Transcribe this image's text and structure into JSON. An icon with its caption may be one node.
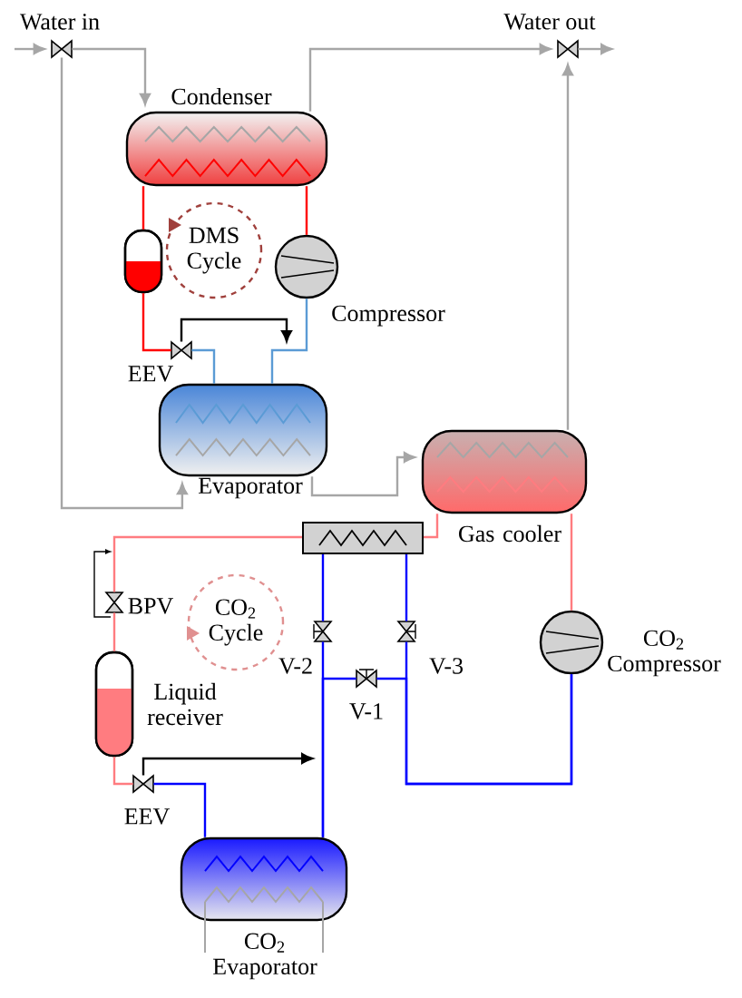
{
  "diagram": {
    "nodes": [
      {
        "text": [
          "Condenser"
        ]
      },
      {
        "text": [],
        "shape": "cylinder"
      },
      {
        "text": [
          "DMS Cycle"
        ]
      },
      {
        "text": [
          "Compressor"
        ]
      },
      {
        "text": [
          "EEV"
        ]
      },
      {
        "text": [
          "Evaporator"
        ]
      },
      {
        "text": [
          "Gas cooler"
        ]
      },
      {
        "text": [],
        "shape": "box"
      },
      {
        "text": [
          "BPV"
        ]
      },
      {
        "text": [
          "CO$_{2}$ Cycle"
        ]
      },
      {
        "text": [
          "Liquid receiver"
        ]
      },
      {
        "text": [
          "V-2"
        ]
      },
      {
        "text": [
          "V-1"
        ]
      },
      {
        "text": [
          "V-3"
        ]
      },
      {
        "text": [
          "CO$_{2}$ Compressor"
        ]
      },
      {
        "text": [
          "EEV"
        ]
      },
      {
        "text": [
          "CO$_{2}$ Evaporator"
        ]
      },
      {
        "text": [
          "Water in"
        ]
      },
      {
        "text": [
          "Water out"
        ]
      }
    ],
    "edges": [
      {
        "from": null,
        "to": 17,
        "arrow": "to",
        "color": "#a6a6a6"
      },
      {
        "from": 17,
        "to": 0,
        "arrow": "to",
        "color": "#a6a6a6"
      },
      {
        "from": 0,
        "to": 18,
        "arrow": "to",
        "color": "#a6a6a6"
      },
      {
        "from": 18,
        "to": null,
        "arrow": "to",
        "color": "#a6a6a6"
      },
      {
        "from": 17,
        "to": 5,
        "arrow": "to",
        "color": "#a6a6a6"
      },
      {
        "from": 5,
        "to": 6,
        "arrow": "to",
        "color": "#a6a6a6"
      },
      {
        "from": 6,
        "to": 18,
        "arrow": "to",
        "color": "#a6a6a6"
      },
      {
        "from": 0,
        "to": 1,
        "arrow": "none",
        "color": "#ff0000"
      },
      {
        "from": 1,
        "to": 4,
        "arrow": "none",
        "color": "#ff0000"
      },
      {
        "from": 4,
        "to": 5,
        "arrow": "none",
        "color": "#5b9bd5"
      },
      {
        "from": 5,
        "to": 3,
        "arrow": "none",
        "color": "#5b9bd5"
      },
      {
        "from": 3,
        "to": 0,
        "arrow": "none",
        "color": "#ff0000"
      },
      {
        "from": 4,
        "to": null,
        "arrow": "to",
        "color": "#000000"
      },
      {
        "from": 6,
        "to": 7,
        "arrow": "none",
        "color": "#ff7c80"
      },
      {
        "from": 7,
        "to": 8,
        "arrow": "none",
        "color": "#ff7c80"
      },
      {
        "from": 8,
        "to": 10,
        "arrow": "none",
        "color": "#ff7c80"
      },
      {
        "from": 10,
        "to": 15,
        "arrow": "none",
        "color": "#ff7c80"
      },
      {
        "from": 15,
        "to": 16,
        "arrow": "none",
        "color": "#0000ff"
      },
      {
        "from": 16,
        "to": 11,
        "arrow": "none",
        "color": "#0000ff"
      },
      {
        "from": 11,
        "to": 7,
        "arrow": "none",
        "color": "#0000ff"
      },
      {
        "from": 16,
        "to": 12,
        "arrow": "none",
        "color": "#0000ff"
      },
      {
        "from": 12,
        "to": 14,
        "arrow": "none",
        "color": "#0000ff"
      },
      {
        "from": 7,
        "to": 13,
        "arrow": "none",
        "color": "#0000ff"
      },
      {
        "from": 13,
        "to": 14,
        "arrow": "none",
        "color": "#0000ff"
      },
      {
        "from": 14,
        "to": 6,
        "arrow": "none",
        "color": "#ff7c80"
      },
      {
        "from": 15,
        "to": null,
        "arrow": "to",
        "color": "#000000"
      }
    ]
  }
}
